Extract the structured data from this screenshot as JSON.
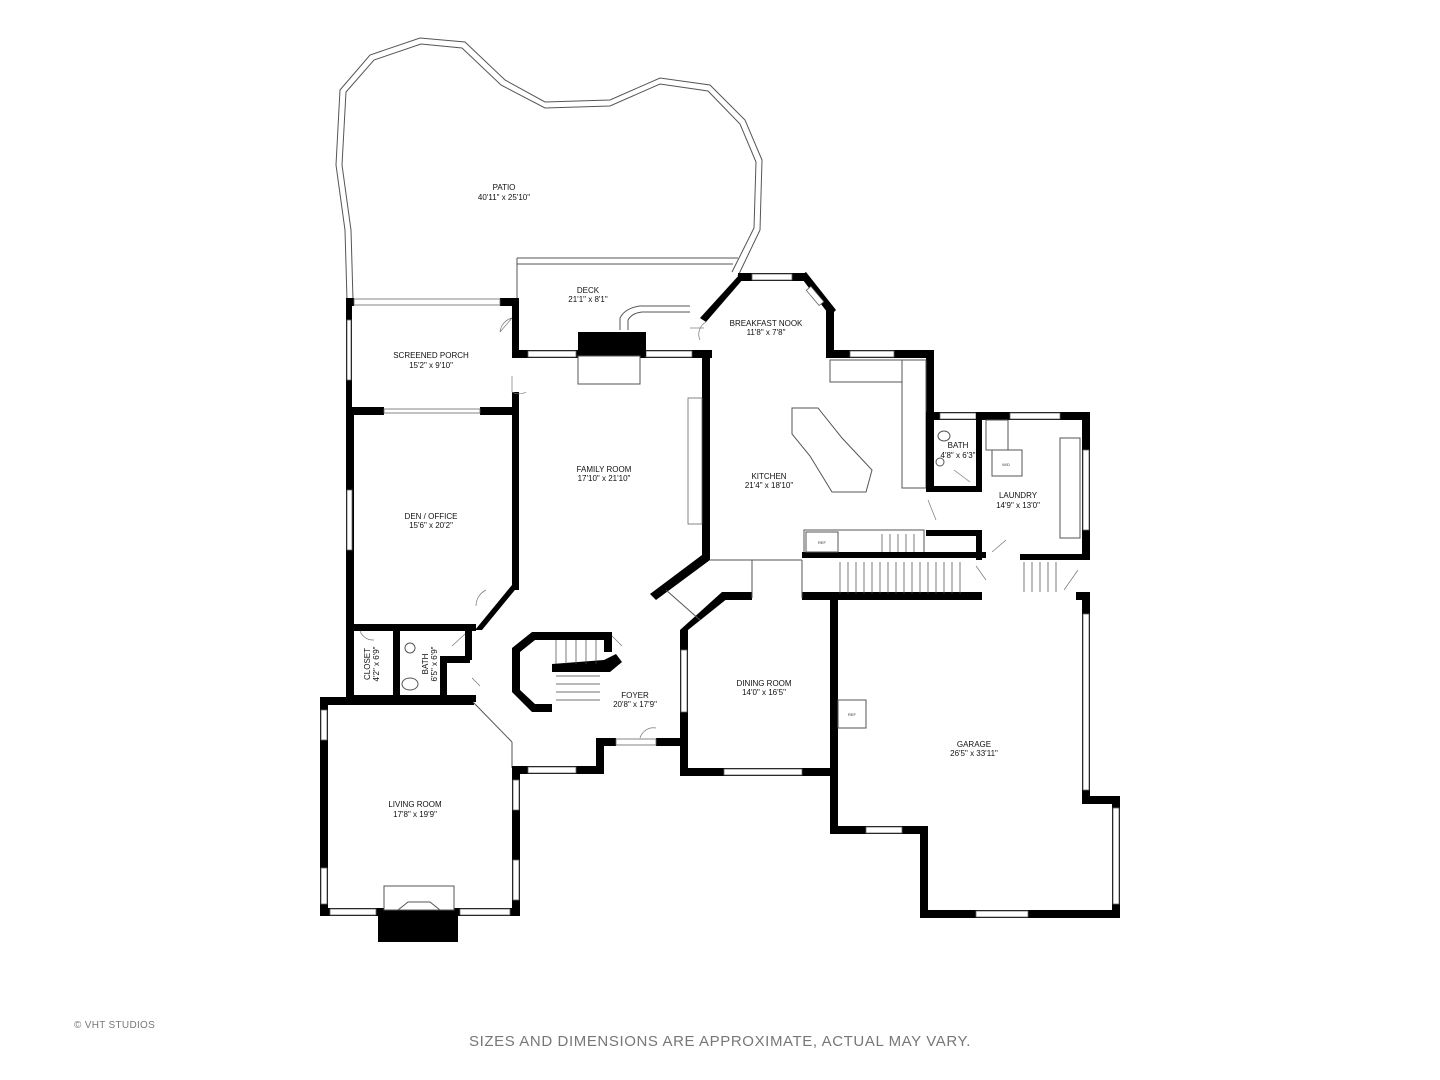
{
  "floorplan": {
    "rooms": [
      {
        "id": "patio",
        "name": "PATIO",
        "dims": "40'11\" x 25'10\""
      },
      {
        "id": "deck",
        "name": "DECK",
        "dims": "21'1\" x 8'1\""
      },
      {
        "id": "breakfast-nook",
        "name": "BREAKFAST NOOK",
        "dims": "11'8\" x 7'8\""
      },
      {
        "id": "screened-porch",
        "name": "SCREENED PORCH",
        "dims": "15'2\" x 9'10\""
      },
      {
        "id": "family-room",
        "name": "FAMILY ROOM",
        "dims": "17'10\" x 21'10\""
      },
      {
        "id": "kitchen",
        "name": "KITCHEN",
        "dims": "21'4\" x 18'10\""
      },
      {
        "id": "bath-upper",
        "name": "BATH",
        "dims": "4'8\" x 6'3\""
      },
      {
        "id": "laundry",
        "name": "LAUNDRY",
        "dims": "14'9\" x 13'0\""
      },
      {
        "id": "den-office",
        "name": "DEN / OFFICE",
        "dims": "15'6\" x 20'2\""
      },
      {
        "id": "closet",
        "name": "CLOSET",
        "dims": "4'2\" x 6'9\""
      },
      {
        "id": "bath-lower",
        "name": "BATH",
        "dims": "6'5\" x 6'9\""
      },
      {
        "id": "foyer",
        "name": "FOYER",
        "dims": "20'8\" x 17'9\""
      },
      {
        "id": "dining-room",
        "name": "DINING ROOM",
        "dims": "14'0\" x 16'5\""
      },
      {
        "id": "garage",
        "name": "GARAGE",
        "dims": "26'5\" x 33'11\""
      },
      {
        "id": "living-room",
        "name": "LIVING ROOM",
        "dims": "17'8\" x 19'9\""
      }
    ],
    "fixtures": {
      "kitchen_ref": "REF",
      "garage_ref": "REF",
      "laundry_wd": "W/D"
    }
  },
  "footer": {
    "copyright": "© VHT STUDIOS",
    "disclaimer": "SIZES AND DIMENSIONS ARE APPROXIMATE, ACTUAL MAY VARY."
  }
}
